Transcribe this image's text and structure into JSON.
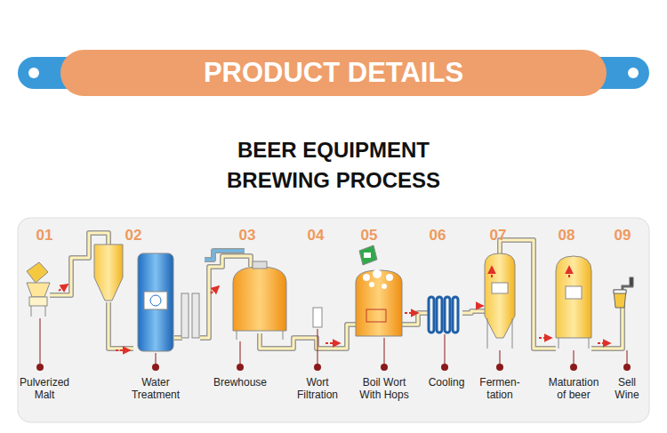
{
  "diagram": {
    "title": "BEER EQUIPMENT BREWING PROCESS",
    "nodes": [
      {
        "text": [
          "PRODUCT DETAILS"
        ]
      }
    ],
    "labels": [
      "01",
      "Pulverized Malt",
      "02",
      "Water Treatment",
      "03",
      "Brewhouse",
      "04",
      "Wort Filtration",
      "05",
      "Boil Wort With Hops",
      "06",
      "Cooling",
      "07",
      "Fermen- tation",
      "08",
      "Maturation of beer",
      "09",
      "Sell Wine"
    ]
  }
}
